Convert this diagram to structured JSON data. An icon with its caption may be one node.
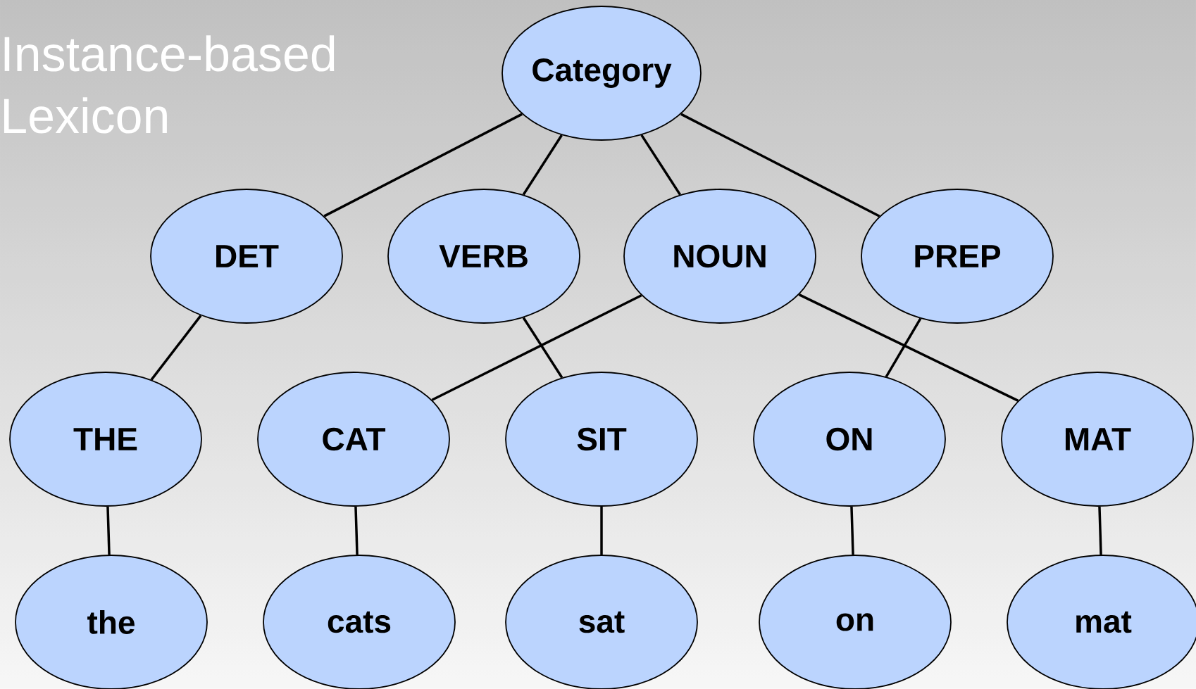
{
  "diagram": {
    "title": "Instance-based Lexicon",
    "nodes": [
      {
        "text": [
          "Category"
        ]
      },
      {
        "text": [
          "DET"
        ]
      },
      {
        "text": [
          "VERB"
        ]
      },
      {
        "text": [
          "NOUN"
        ]
      },
      {
        "text": [
          "PREP"
        ]
      },
      {
        "text": [
          "THE"
        ]
      },
      {
        "text": [
          "CAT"
        ]
      },
      {
        "text": [
          "SIT"
        ]
      },
      {
        "text": [
          "ON"
        ]
      },
      {
        "text": [
          "MAT"
        ]
      },
      {
        "text": [
          "the"
        ]
      },
      {
        "text": [
          "cats"
        ]
      },
      {
        "text": [
          "sat"
        ]
      },
      {
        "text": [
          "on"
        ]
      },
      {
        "text": [
          "mat"
        ]
      }
    ],
    "edges": [
      {
        "from": 0,
        "to": 1,
        "arrow": "none"
      },
      {
        "from": 0,
        "to": 2,
        "arrow": "none"
      },
      {
        "from": 0,
        "to": 3,
        "arrow": "none"
      },
      {
        "from": 0,
        "to": 4,
        "arrow": "none"
      },
      {
        "from": 1,
        "to": 5,
        "arrow": "none"
      },
      {
        "from": 3,
        "to": 6,
        "arrow": "none"
      },
      {
        "from": 2,
        "to": 7,
        "arrow": "none"
      },
      {
        "from": 4,
        "to": 8,
        "arrow": "none"
      },
      {
        "from": 3,
        "to": 9,
        "arrow": "none"
      },
      {
        "from": 5,
        "to": 10,
        "arrow": "none"
      },
      {
        "from": 6,
        "to": 11,
        "arrow": "none"
      },
      {
        "from": 7,
        "to": 12,
        "arrow": "none"
      },
      {
        "from": 8,
        "to": 13,
        "arrow": "none"
      },
      {
        "from": 9,
        "to": 14,
        "arrow": "none"
      }
    ]
  }
}
